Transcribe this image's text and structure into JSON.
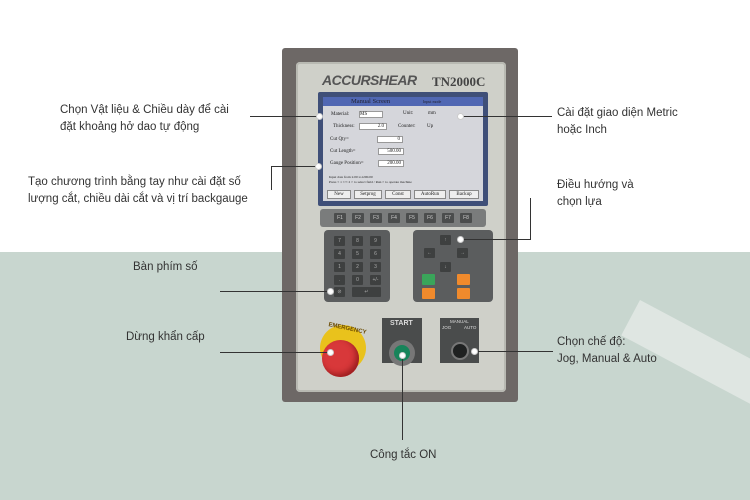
{
  "brand": {
    "logo": "ACCURSHEAR",
    "model": "TN2000C"
  },
  "screen": {
    "title": "Manual Screen",
    "mode": "Input mode",
    "material_label": "Material:",
    "material_value": "MS",
    "unit_label": "Unit:",
    "unit_value": "mm",
    "thickness_label": "Thickness:",
    "thickness_value": "2.0",
    "counter_label": "Counter:",
    "counter_value": "Up",
    "cut_qty_label": "Cut Qty=",
    "cut_qty_value": "0",
    "cut_length_label": "Cut Length=",
    "cut_length_value": "500.00",
    "gauge_label": "Gauge Position=",
    "gauge_value": "200.00",
    "hint1": "Input data from 2.00 to1200.00",
    "hint2": "Press < 1 >/< 2 > to select field / Run > to operate machine",
    "buttons": [
      "New",
      "Setprog",
      "Const",
      "AutoRun",
      "Backup"
    ]
  },
  "fkeys": [
    "F1",
    "F2",
    "F3",
    "F4",
    "F5",
    "F6",
    "F7",
    "F8"
  ],
  "numpad": [
    "7",
    "8",
    "9",
    "4",
    "5",
    "6",
    "1",
    "2",
    "3",
    ".",
    "0",
    "+/-"
  ],
  "nav": {
    "keys": [
      "↑",
      "←",
      "→",
      "↓"
    ],
    "colors": {
      "green": "#3aa55a",
      "orange": "#f08a2c"
    }
  },
  "controls": {
    "emergency": "EMERGENCY",
    "start": "START",
    "mode_manual": "MANUAL",
    "mode_jog": "JOG",
    "mode_auto": "AUTO"
  },
  "annotations": {
    "material": [
      "Chọn Vật liệu & Chiều dày để cài",
      "đặt khoảng hở dao tự động"
    ],
    "program": [
      "Tạo chương trình bằng tay như cài đặt số",
      "lượng cắt, chiều dài cắt và vị trí backgauge"
    ],
    "numpad": "Bàn phím số",
    "emergency": "Dừng khẩn cấp",
    "metric": [
      "Cài đặt giao diện Metric",
      "hoặc Inch"
    ],
    "nav": [
      "Điều hướng và",
      "chọn lựa"
    ],
    "mode": [
      "Chọn chế độ:",
      "Jog, Manual & Auto"
    ],
    "on": "Công tắc ON"
  }
}
